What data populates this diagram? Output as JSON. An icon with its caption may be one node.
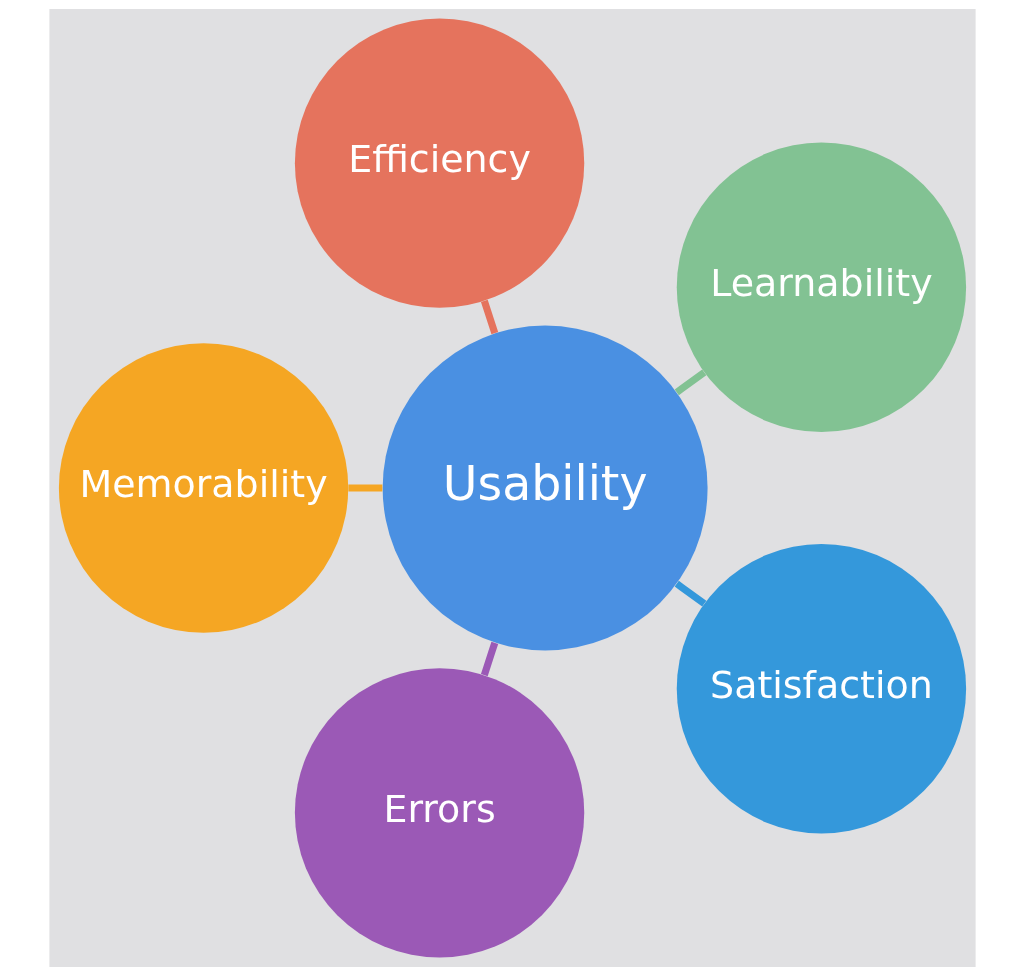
{
  "diagram": {
    "nodes": [
      {
        "text": [
          "Usability"
        ]
      },
      {
        "text": [
          "Learnability"
        ]
      },
      {
        "text": [
          "Efficiency"
        ]
      },
      {
        "text": [
          "Memorability"
        ]
      },
      {
        "text": [
          "Errors"
        ]
      },
      {
        "text": [
          "Satisfaction"
        ]
      }
    ],
    "edges": [
      {
        "from": 0,
        "to": 1,
        "arrow": "none",
        "color": "#82c293"
      },
      {
        "from": 0,
        "to": 2,
        "arrow": "none",
        "color": "#e5735d"
      },
      {
        "from": 0,
        "to": 3,
        "arrow": "none",
        "color": "#f5a623"
      },
      {
        "from": 0,
        "to": 4,
        "arrow": "none",
        "color": "#9b59b6"
      },
      {
        "from": 0,
        "to": 5,
        "arrow": "none",
        "color": "#3498db"
      }
    ]
  }
}
